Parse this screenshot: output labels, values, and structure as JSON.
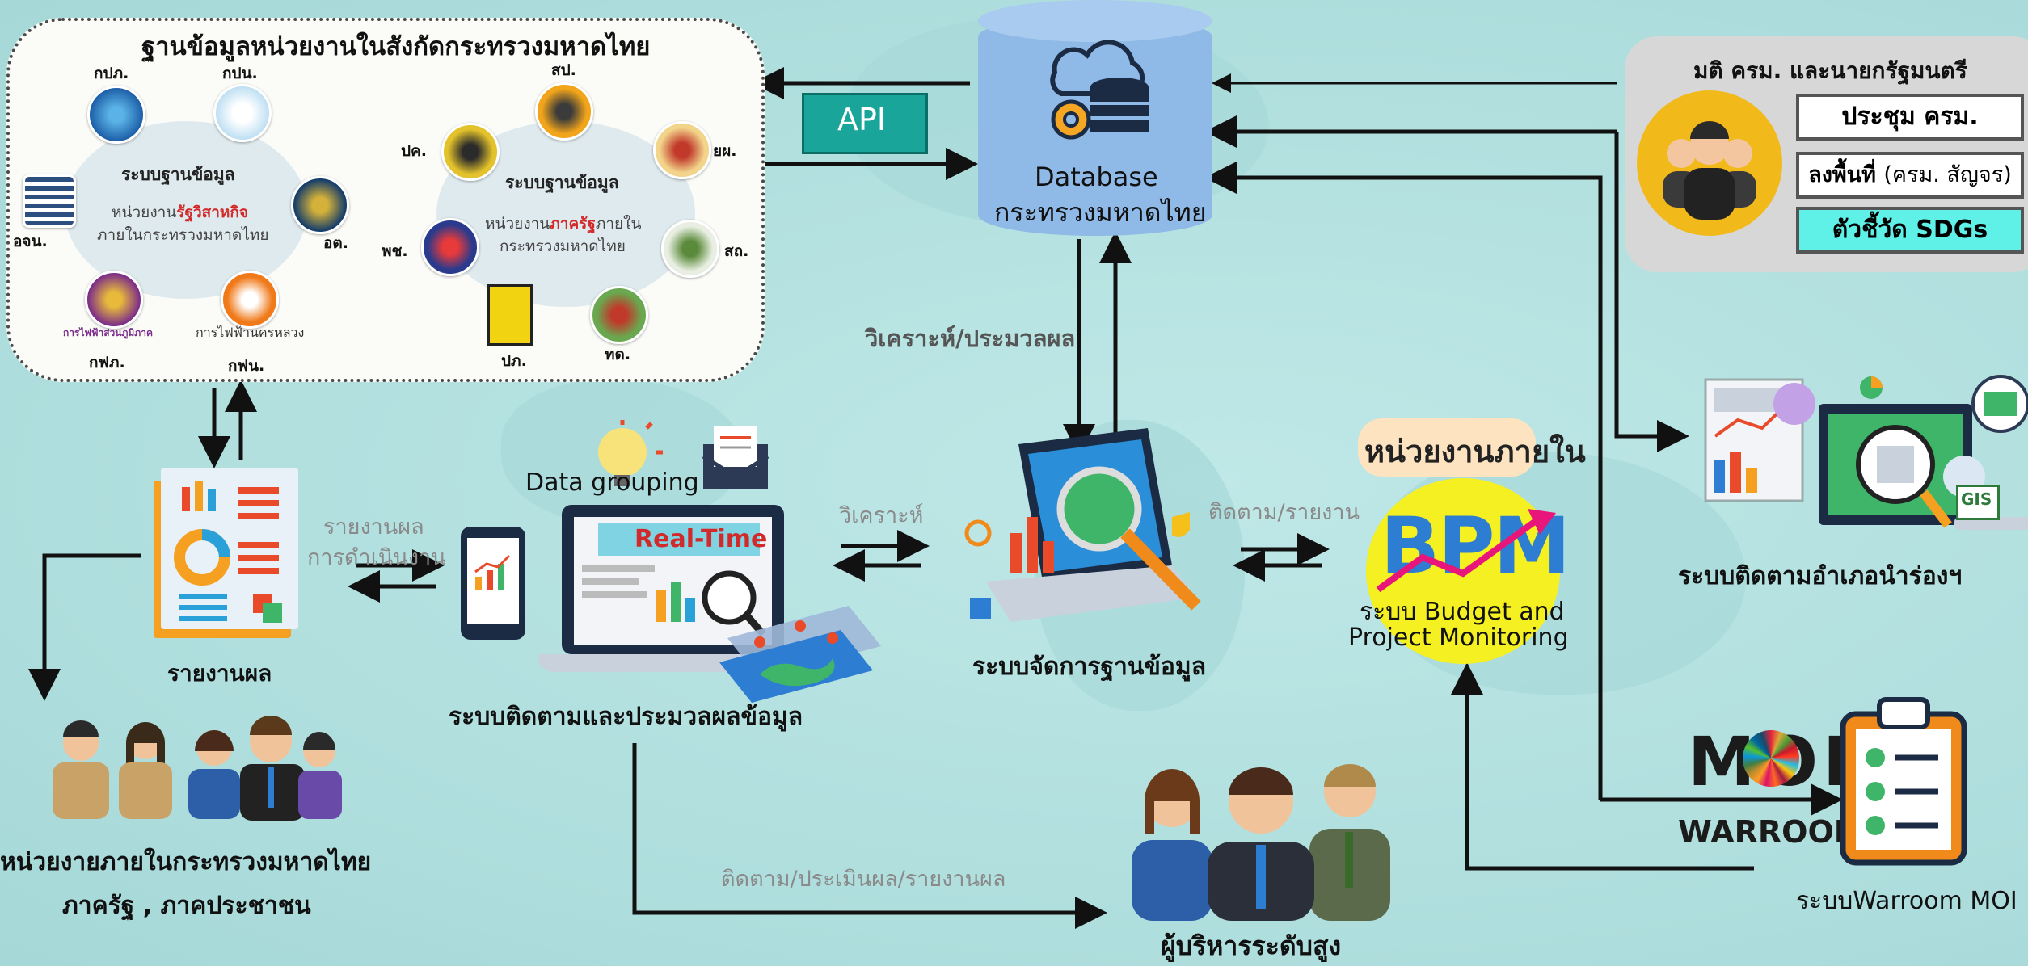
{
  "ministry_panel": {
    "title": "ฐานข้อมูลหน่วยงานในสังกัดกระทรวงมหาดไทย",
    "state_enterprise": {
      "heading": "ระบบฐานข้อมูล",
      "line1_prefix": "หน่วยงาน",
      "line1_highlight": "รัฐวิสาหกิจ",
      "line2": "ภายในกระทรวงมหาดไทย",
      "logos": [
        "กปภ.",
        "กปน.",
        "อจน.",
        "อต.",
        "กฟภ.",
        "กฟน."
      ],
      "logo_captions": {
        "pea": "การไฟฟ้าส่วนภูมิภาค",
        "mea": "การไฟฟ้านครหลวง"
      }
    },
    "government": {
      "heading": "ระบบฐานข้อมูล",
      "line1_prefix": "หน่วยงาน",
      "line1_highlight": "ภาครัฐ",
      "line1_suffix": "ภายใน",
      "line2": "กระทรวงมหาดไทย",
      "logos": [
        "สป.",
        "ปค.",
        "ยผ.",
        "พช.",
        "สถ.",
        "ปภ.",
        "ทด."
      ]
    }
  },
  "api_label": "API",
  "database": {
    "line1": "Database",
    "line2": "กระทรวงมหาดไทย"
  },
  "cabinet": {
    "title": "มติ ครม. และนายกรัฐมนตรี",
    "items": [
      "ประชุม ครม.",
      "ลงพื้นที่",
      "(ครม. สัญจร)",
      "ตัวชี้วัด SDGs"
    ]
  },
  "report": {
    "label": "รายงานผล",
    "arrow_label_1": "รายงานผล",
    "arrow_label_2": "การดำเนินงาน"
  },
  "users": {
    "line1": "หน่วยงายภายในกระทรวงมหาดไทย",
    "line2": "ภาครัฐ , ภาคประชาชน"
  },
  "monitoring": {
    "data_grouping": "Data grouping",
    "realtime": "Real-Time",
    "label": "ระบบติดตามและประมวลผลข้อมูล"
  },
  "analysis_label": "วิเคราะห์/ประมวลผล",
  "analyze_label": "วิเคราะห์",
  "db_management": "ระบบจัดการฐานข้อมูล",
  "track_report": "ติดตาม/รายงาน",
  "bpm": {
    "internal": "หน่วยงานภายใน",
    "logo": "BPM",
    "line1": "ระบบ Budget and",
    "line2": "Project Monitoring"
  },
  "pilot": "ระบบติดตามอำเภอนำร่องฯ",
  "gis": "GIS",
  "warroom": {
    "moi": "MOI",
    "sub": "WARROOM",
    "label": "ระบบWarroom MOI"
  },
  "eval_label": "ติดตาม/ประเมินผล/รายงานผล",
  "executives": "ผู้บริหารระดับสูง",
  "colors": {
    "api": "#1aa59a",
    "db": "#8fb9e6",
    "sdg": "#5ff0e8",
    "bpm_bg": "#f4f022",
    "highlight": "#d22a2a"
  }
}
